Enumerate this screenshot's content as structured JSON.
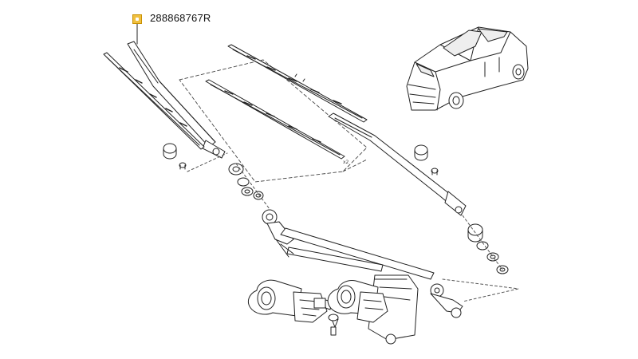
{
  "callout": {
    "part_number": "288868767R",
    "marker_color": "#f0c040",
    "marker_icon": "callout-square-icon"
  },
  "diagram": {
    "line_color": "#222222",
    "highlight_color": "#f0c040",
    "parts": [
      {
        "name": "wiper-arm-left",
        "icon": "wiper-arm-icon"
      },
      {
        "name": "wiper-arm-right",
        "icon": "wiper-arm-icon"
      },
      {
        "name": "wiper-blade-upper",
        "icon": "wiper-blade-icon"
      },
      {
        "name": "wiper-blade-lower",
        "icon": "wiper-blade-icon"
      },
      {
        "name": "wiper-linkage",
        "icon": "linkage-icon"
      },
      {
        "name": "wiper-motor",
        "icon": "motor-icon"
      },
      {
        "name": "vehicle-locator",
        "icon": "car-icon"
      }
    ]
  }
}
